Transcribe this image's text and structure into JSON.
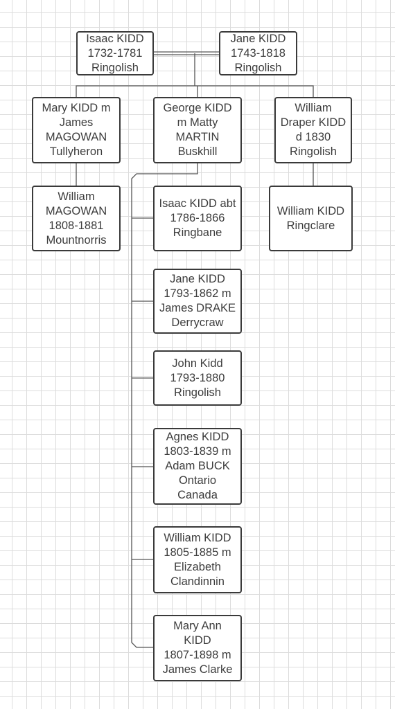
{
  "diagram": {
    "line_color": "#555555",
    "nodes": {
      "isaac_sr": "Isaac KIDD\n1732-1781\nRingolish",
      "jane_sr": "Jane KIDD\n1743-1818\nRingolish",
      "mary_magowan": "Mary KIDD m\nJames\nMAGOWAN\nTullyheron",
      "george": "George KIDD\nm Matty\nMARTIN\nBuskhill",
      "william_draper": "William\nDraper KIDD\nd 1830\nRingolish",
      "william_magowan": "William\nMAGOWAN\n1808-1881\nMountnorris",
      "william_ringclare": "William KIDD\nRingclare",
      "isaac_jr": "Isaac KIDD abt\n1786-1866\nRingbane",
      "jane_jr": "Jane KIDD\n1793-1862 m\nJames DRAKE\nDerrycraw",
      "john": "John Kidd\n1793-1880\nRingolish",
      "agnes": "Agnes KIDD\n1803-1839 m\nAdam BUCK\nOntario\nCanada",
      "william_jr": "William KIDD\n1805-1885 m\nElizabeth\nClandinnin",
      "mary_ann": "Mary Ann\nKIDD\n1807-1898 m\nJames Clarke"
    }
  }
}
